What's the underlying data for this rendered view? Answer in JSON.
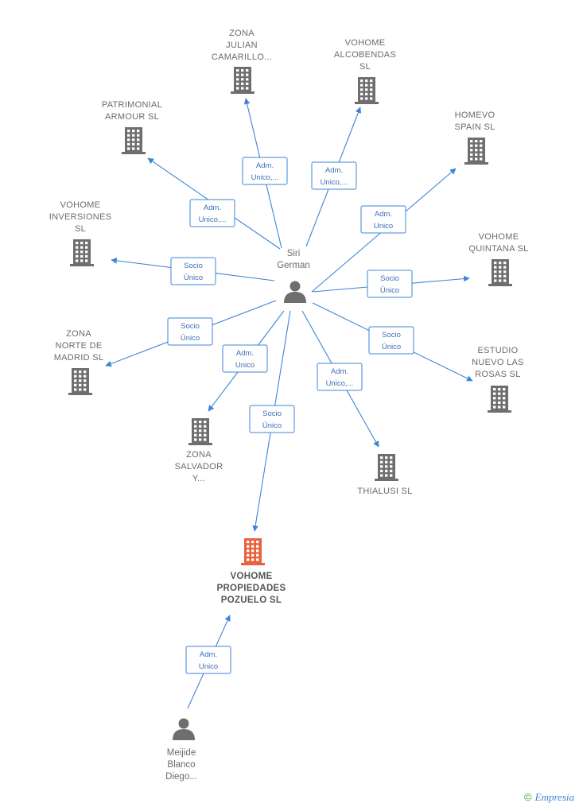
{
  "center_person": {
    "lines": [
      "Siri",
      "German"
    ]
  },
  "bottom_person": {
    "lines": [
      "Meijide",
      "Blanco",
      "Diego..."
    ]
  },
  "companies": [
    {
      "id": "zona_julian",
      "lines": [
        "ZONA",
        "JULIAN",
        "CAMARILLO..."
      ],
      "highlight": false
    },
    {
      "id": "vohome_alcobendas",
      "lines": [
        "VOHOME",
        "ALCOBENDAS",
        "SL"
      ],
      "highlight": false
    },
    {
      "id": "patrimonial_armour",
      "lines": [
        "PATRIMONIAL",
        "ARMOUR  SL"
      ],
      "highlight": false
    },
    {
      "id": "homevo_spain",
      "lines": [
        "HOMEVO",
        "SPAIN  SL"
      ],
      "highlight": false
    },
    {
      "id": "vohome_inversiones",
      "lines": [
        "VOHOME",
        "INVERSIONES",
        "SL"
      ],
      "highlight": false
    },
    {
      "id": "vohome_quintana",
      "lines": [
        "VOHOME",
        "QUINTANA  SL"
      ],
      "highlight": false
    },
    {
      "id": "zona_norte",
      "lines": [
        "ZONA",
        "NORTE DE",
        "MADRID  SL"
      ],
      "highlight": false
    },
    {
      "id": "estudio_nuevo",
      "lines": [
        "ESTUDIO",
        "NUEVO LAS",
        "ROSAS SL"
      ],
      "highlight": false
    },
    {
      "id": "zona_salvador",
      "lines": [
        "ZONA",
        "SALVADOR",
        "Y..."
      ],
      "highlight": false
    },
    {
      "id": "thialusi",
      "lines": [
        "THIALUSI  SL"
      ],
      "highlight": false
    },
    {
      "id": "vohome_propiedades",
      "lines": [
        "VOHOME",
        "PROPIEDADES",
        "POZUELO  SL"
      ],
      "highlight": true
    }
  ],
  "edges": [
    {
      "from": "center_person",
      "to": "zona_julian",
      "label": [
        "Adm.",
        "Unico,..."
      ]
    },
    {
      "from": "center_person",
      "to": "vohome_alcobendas",
      "label": [
        "Adm.",
        "Unico,..."
      ]
    },
    {
      "from": "center_person",
      "to": "patrimonial_armour",
      "label": [
        "Adm.",
        "Unico,..."
      ]
    },
    {
      "from": "center_person",
      "to": "homevo_spain",
      "label": [
        "Adm.",
        "Unico"
      ]
    },
    {
      "from": "center_person",
      "to": "vohome_inversiones",
      "label": [
        "Socio",
        "Único"
      ]
    },
    {
      "from": "center_person",
      "to": "vohome_quintana",
      "label": [
        "Socio",
        "Único"
      ]
    },
    {
      "from": "center_person",
      "to": "zona_norte",
      "label": [
        "Socio",
        "Único"
      ]
    },
    {
      "from": "center_person",
      "to": "estudio_nuevo",
      "label": [
        "Socio",
        "Único"
      ]
    },
    {
      "from": "center_person",
      "to": "zona_salvador",
      "label": [
        "Adm.",
        "Unico"
      ]
    },
    {
      "from": "center_person",
      "to": "thialusi",
      "label": [
        "Adm.",
        "Unico,..."
      ]
    },
    {
      "from": "center_person",
      "to": "vohome_propiedades",
      "label": [
        "Socio",
        "Único"
      ]
    },
    {
      "from": "bottom_person",
      "to": "vohome_propiedades",
      "label": [
        "Adm.",
        "Unico"
      ]
    }
  ],
  "colors": {
    "edge": "#3d85d6",
    "building": "#6e6e6e",
    "building_highlight": "#e8603c",
    "person": "#6e6e6e"
  },
  "brand": {
    "symbol": "©",
    "text": "Empresia"
  }
}
